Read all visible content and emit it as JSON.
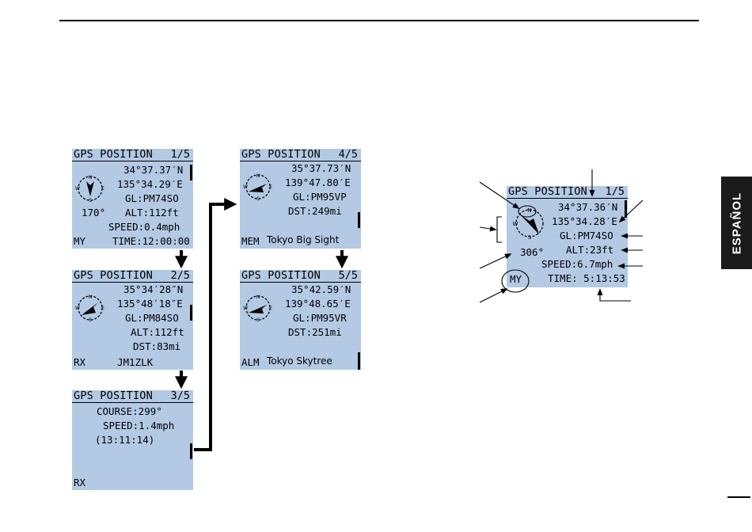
{
  "screens": [
    {
      "title": "GPS POSITION",
      "page": "1/5",
      "lat": "34°37.37′N",
      "lon": "135°34.29′E",
      "grid": "GL:PM74SO",
      "heading": "170°",
      "alt": "ALT:112ft",
      "speed": "SPEED:0.4mph",
      "time": "TIME:12:00:00",
      "mode": "MY"
    },
    {
      "title": "GPS POSITION",
      "page": "2/5",
      "lat": "35°34′28″N",
      "lon": "135°48′18″E",
      "grid": "GL:PM84SO",
      "alt": "ALT:112ft",
      "dst": "DST:83mi",
      "mode": "RX",
      "call": "JM1ZLK"
    },
    {
      "title": "GPS POSITION",
      "page": "3/5",
      "course": "COURSE:299°",
      "speed": "SPEED:1.4mph",
      "time": "(13:11:14)",
      "mode": "RX"
    },
    {
      "title": "GPS POSITION",
      "page": "4/5",
      "lat": "35°37.73′N",
      "lon": "139°47.80′E",
      "grid": "GL:PM95VP",
      "dst": "DST:249mi",
      "mode": "MEM",
      "name": "Tokyo Big Sight"
    },
    {
      "title": "GPS POSITION",
      "page": "5/5",
      "lat": "35°42.59′N",
      "lon": "139°48.65′E",
      "grid": "GL:PM95VR",
      "dst": "DST:251mi",
      "mode": "ALM",
      "name": "Tokyo Skytree"
    },
    {
      "title": "GPS POSITION",
      "page": "1/5",
      "lat": "34°37.36′N",
      "lon": "135°34.28′E",
      "grid": "GL:PM74SO",
      "heading": "306°",
      "alt": "ALT:23ft",
      "speed": "SPEED:6.7mph",
      "time": "TIME: 5:13:53",
      "mode": "MY"
    }
  ],
  "side_tab": "ESPAÑOL",
  "colors": {
    "lcd": "#b3c9e4",
    "ink": "#000000",
    "tab": "#1a1a1a"
  }
}
